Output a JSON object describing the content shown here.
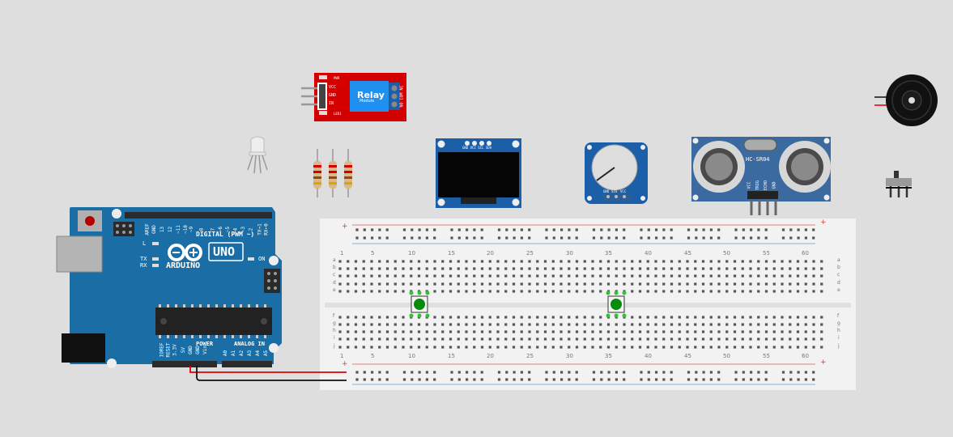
{
  "arduino": {
    "brand": "ARDUINO",
    "model": "UNO",
    "digital_label": "DIGITAL (PWM ~)",
    "power_label": "POWER",
    "analog_label": "ANALOG IN",
    "led_l": "L",
    "led_tx": "TX",
    "led_rx": "RX",
    "led_on": "ON",
    "digital_pins": [
      "AREF",
      "GND",
      "13",
      "12",
      "~11",
      "~10",
      "~9",
      "8",
      "7",
      "~6",
      "~5",
      "4",
      "~3",
      "2",
      "TX→1",
      "RX←0"
    ],
    "power_pins": [
      "IOREF",
      "RESET",
      "3.3V",
      "5V",
      "GND",
      "GND",
      "Vin"
    ],
    "analog_pins": [
      "A0",
      "A1",
      "A2",
      "A3",
      "A4",
      "A5"
    ]
  },
  "relay": {
    "title": "Relay",
    "subtitle": "Module",
    "pins": [
      "VCC",
      "GND",
      "IN"
    ],
    "pwr": "PWR",
    "led1": "LED1",
    "contacts": "NO COM NC"
  },
  "oled": {
    "pins": "GND VCC SCL SDA"
  },
  "pot": {
    "pins": [
      "GND",
      "SIG",
      "VCC"
    ]
  },
  "ultrasonic": {
    "model": "HC-SR04",
    "pins": [
      "VCC",
      "TRIG",
      "ECHO",
      "GND"
    ]
  },
  "breadboard": {
    "columns": [
      "1",
      "5",
      "10",
      "15",
      "20",
      "25",
      "30",
      "35",
      "40",
      "45",
      "50",
      "55",
      "60"
    ],
    "rows_top": [
      "a",
      "b",
      "c",
      "d",
      "e"
    ],
    "rows_bottom": [
      "f",
      "g",
      "h",
      "i",
      "j"
    ],
    "plus": "+",
    "minus": "−"
  },
  "colors": {
    "arduino_blue": "#1b6ea5",
    "relay_red": "#d40000",
    "relay_blue": "#1f8ff0",
    "wire_red": "#e00000",
    "wire_black": "#111111",
    "button_green": "#0a8a0a"
  }
}
